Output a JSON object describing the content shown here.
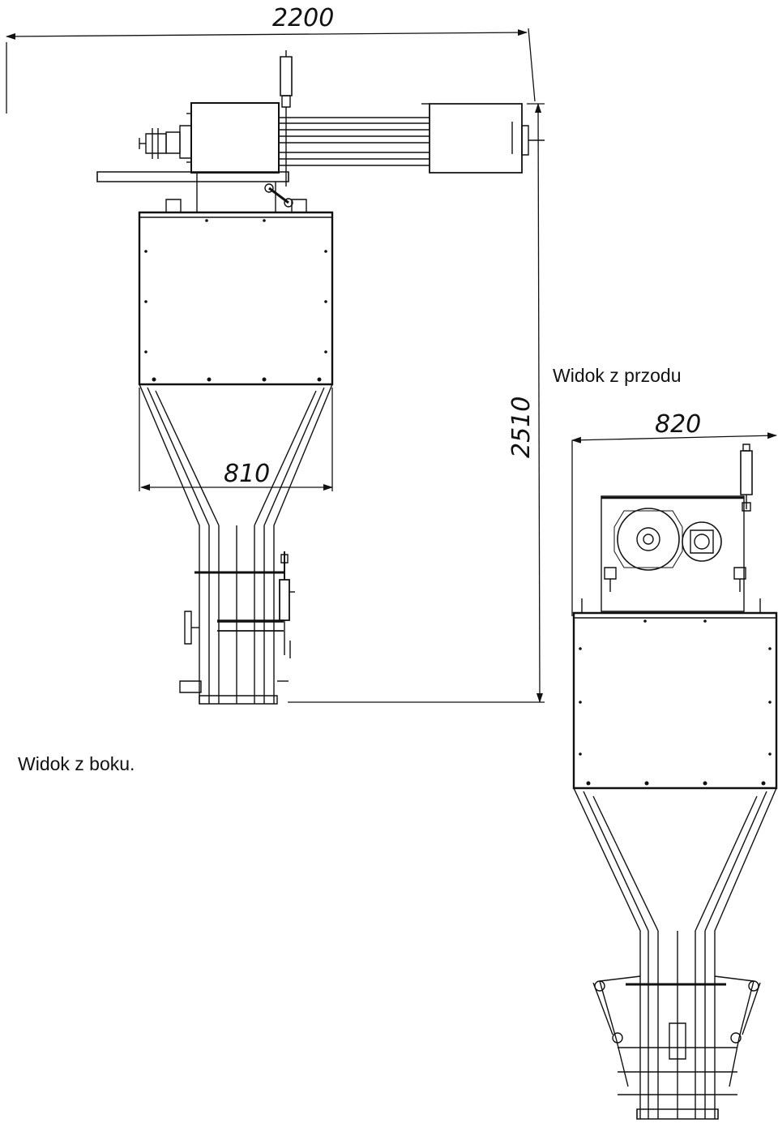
{
  "views": {
    "side": {
      "label": "Widok z boku."
    },
    "front": {
      "label": "Widok z przodu"
    }
  },
  "dimensions": {
    "total_width": "2200",
    "total_height": "2510",
    "side_body_width": "810",
    "front_width": "820"
  }
}
